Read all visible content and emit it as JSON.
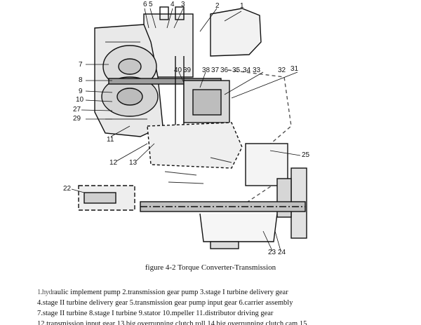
{
  "figure": {
    "caption": "figure 4-2 Torque Converter-Transmission",
    "callouts": {
      "1": "1",
      "2": "2",
      "3": "3",
      "4": "4",
      "5": "5",
      "6": "6",
      "7": "7",
      "8": "8",
      "9": "9",
      "10": "10",
      "27": "27",
      "29": "29",
      "11": "11",
      "12": "12",
      "13": "13",
      "40": "40",
      "39": "39",
      "38": "38",
      "37": "37",
      "36": "36",
      "35": "35",
      "34": "34",
      "33": "33",
      "32": "32",
      "31": "31",
      "25": "25",
      "22": "22",
      "23": "23",
      "24": "24"
    }
  },
  "legend": {
    "line1_smudge": "1.hydr",
    "line1_text": "aulic implement pump   2.transmission gear pump   3.stage I turbine delivery gear",
    "line2": "4.stage II turbine delivery gear   5.transmission gear pump input gear   6.carrier assembly",
    "line3": "7.stage II turbine   8.stage I turbine   9.stator   10.mpeller   11.distributor driving gear",
    "line4": "12.transmission input gear   13.big overrunning clutch roll   14.big overrunning clutch cam   15."
  }
}
